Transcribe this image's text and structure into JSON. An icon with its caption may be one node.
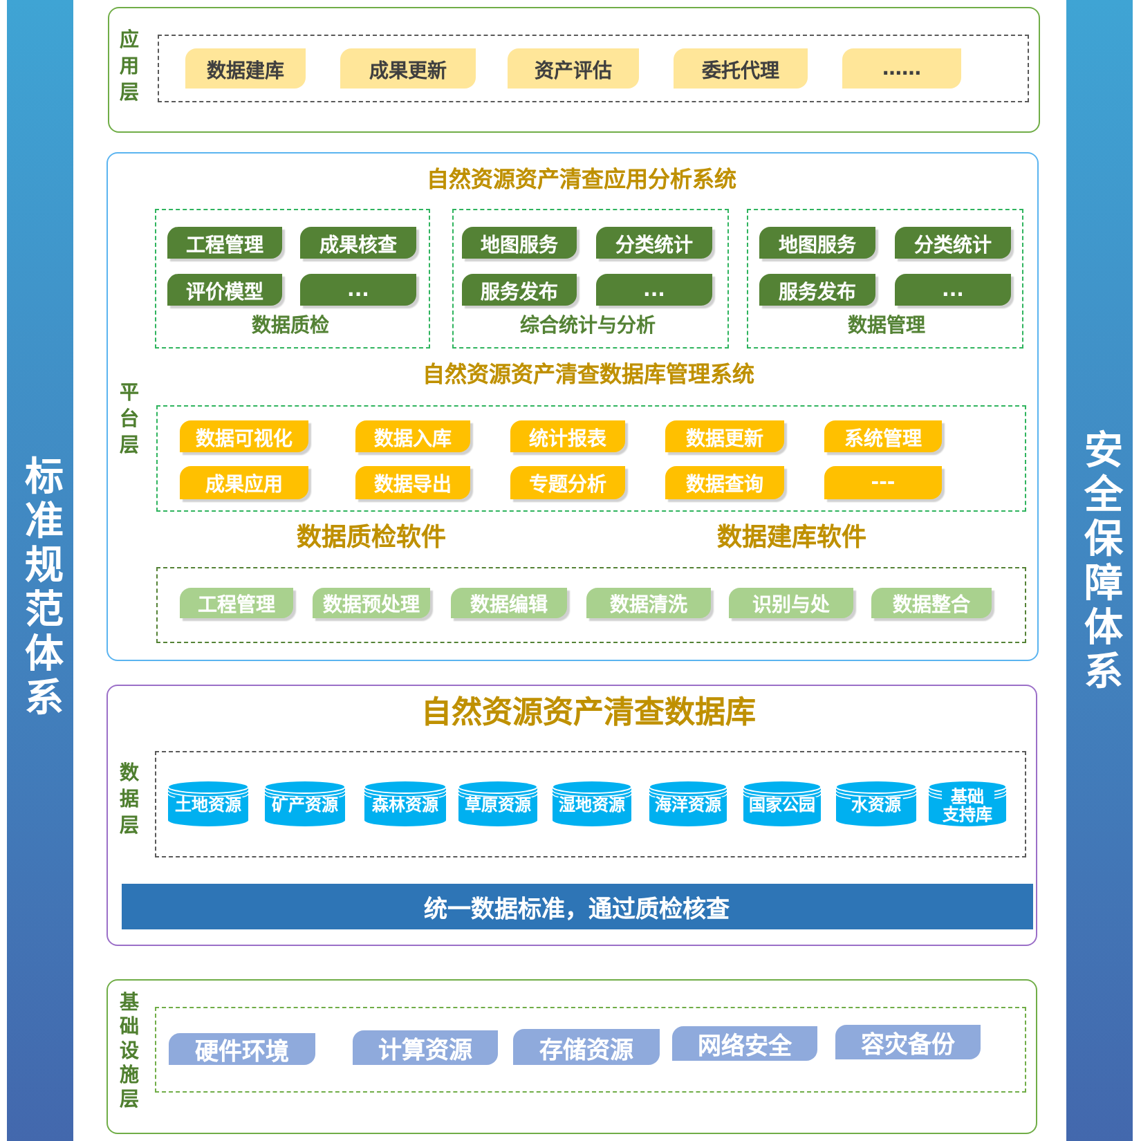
{
  "diagram": {
    "nodes": [
      {
        "text": [
          "标准规范体系"
        ]
      },
      {
        "text": [
          "应用层"
        ]
      },
      {
        "text": [],
        "shape": "box",
        "in": 1
      },
      {
        "text": [
          "数据建库"
        ],
        "in": 2
      },
      {
        "text": [
          "成果更新"
        ],
        "in": 2
      },
      {
        "text": [
          "资产评估"
        ],
        "in": 2
      },
      {
        "text": [
          "委托代理"
        ],
        "in": 2
      },
      {
        "text": [
          "……"
        ],
        "in": 2
      },
      {
        "text": [
          "平台层",
          "自然资源资产清查应用分析系统",
          "自然资源资产清查数据库管理系统",
          "数据质检软件",
          "数据建库软件"
        ]
      },
      {
        "text": [
          "数据质检"
        ],
        "in": 8
      },
      {
        "text": [
          "工程管理"
        ],
        "in": 9
      },
      {
        "text": [
          "成果核查"
        ],
        "in": 9
      },
      {
        "text": [
          "评价模型"
        ],
        "in": 9
      },
      {
        "text": [
          "..."
        ],
        "in": 9
      },
      {
        "text": [
          "综合统计与分析"
        ],
        "in": 8
      },
      {
        "text": [
          "地图服务"
        ],
        "in": 14
      },
      {
        "text": [
          "分类统计"
        ],
        "in": 14
      },
      {
        "text": [
          "服务发布"
        ],
        "in": 14
      },
      {
        "text": [
          "..."
        ],
        "in": 14
      },
      {
        "text": [
          "数据管理"
        ],
        "in": 8
      },
      {
        "text": [
          "地图服务"
        ],
        "in": 19
      },
      {
        "text": [
          "分类统计"
        ],
        "in": 19
      },
      {
        "text": [
          "服务发布"
        ],
        "in": 19
      },
      {
        "text": [
          "..."
        ],
        "in": 19
      },
      {
        "text": [],
        "shape": "box",
        "in": 8
      },
      {
        "text": [
          "数据可视化"
        ],
        "in": 24
      },
      {
        "text": [
          "数据入库"
        ],
        "in": 24
      },
      {
        "text": [
          "统计报表"
        ],
        "in": 24
      },
      {
        "text": [
          "数据更新"
        ],
        "in": 24
      },
      {
        "text": [
          "系统管理"
        ],
        "in": 24
      },
      {
        "text": [
          "成果应用"
        ],
        "in": 24
      },
      {
        "text": [
          "数据导出"
        ],
        "in": 24
      },
      {
        "text": [
          "专题分析"
        ],
        "in": 24
      },
      {
        "text": [
          "数据查询"
        ],
        "in": 24
      },
      {
        "text": [
          "---"
        ],
        "in": 24
      },
      {
        "text": [],
        "shape": "box",
        "in": 8
      },
      {
        "text": [
          "工程管理"
        ],
        "in": 35
      },
      {
        "text": [
          "数据预处理"
        ],
        "in": 35
      },
      {
        "text": [
          "数据编辑"
        ],
        "in": 35
      },
      {
        "text": [
          "数据清洗"
        ],
        "in": 35
      },
      {
        "text": [
          "识别与处"
        ],
        "in": 35
      },
      {
        "text": [
          "数据整合"
        ],
        "in": 35
      },
      {
        "text": [
          "数据层",
          "自然资源资产清查数据库"
        ]
      },
      {
        "text": [],
        "shape": "box",
        "in": 42
      },
      {
        "text": [
          "土地资源"
        ],
        "in": 43
      },
      {
        "text": [
          "矿产资源"
        ],
        "in": 43
      },
      {
        "text": [
          "森林资源"
        ],
        "in": 43
      },
      {
        "text": [
          "草原资源"
        ],
        "in": 43
      },
      {
        "text": [
          "湿地资源"
        ],
        "in": 43
      },
      {
        "text": [
          "海洋资源"
        ],
        "in": 43
      },
      {
        "text": [
          "国家公园"
        ],
        "in": 43
      },
      {
        "text": [
          "水资源"
        ],
        "in": 43
      },
      {
        "text": [
          "基础支持库"
        ],
        "in": 43
      },
      {
        "text": [
          "统一数据标准，通过质检核查"
        ],
        "in": 42
      },
      {
        "text": [
          "基础设施层"
        ]
      },
      {
        "text": [],
        "shape": "box",
        "in": 54
      },
      {
        "text": [
          "硬件环境"
        ],
        "in": 55
      },
      {
        "text": [
          "计算资源"
        ],
        "in": 55
      },
      {
        "text": [
          "存储资源"
        ],
        "in": 55
      },
      {
        "text": [
          "网络安全"
        ],
        "in": 55
      },
      {
        "text": [
          "容灾备份"
        ],
        "in": 55
      },
      {
        "text": [
          "安全保障体系"
        ]
      }
    ]
  }
}
